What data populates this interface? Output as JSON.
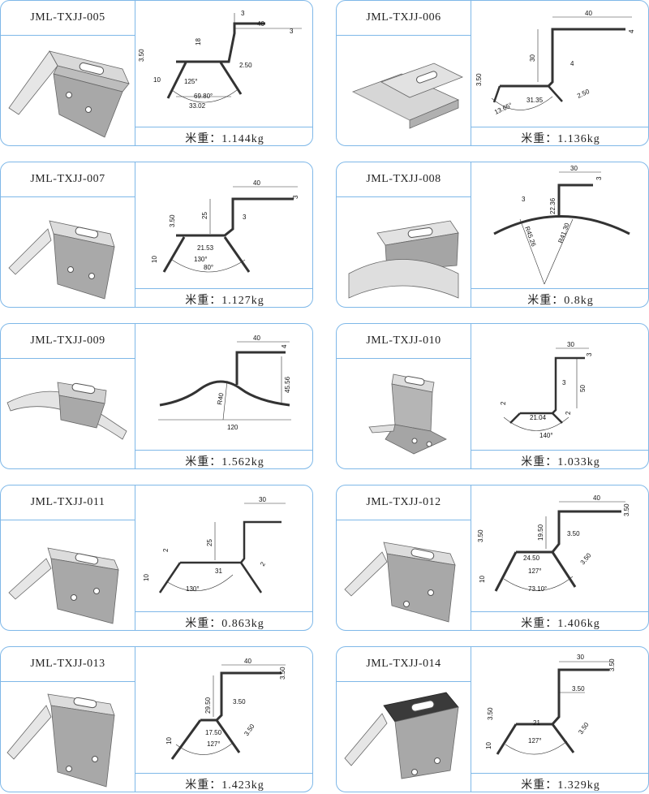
{
  "products": [
    {
      "model": "JML-TXJJ-005",
      "weight": "米重：1.144kg",
      "dims": {
        "a": "3",
        "b": "40",
        "c": "3",
        "d": "18",
        "e": "3.50",
        "f": "10",
        "g": "125°",
        "h": "2.50",
        "i": "69.80°",
        "j": "33.02"
      }
    },
    {
      "model": "JML-TXJJ-006",
      "weight": "米重：1.136kg",
      "dims": {
        "a": "40",
        "b": "4",
        "c": "30",
        "d": "4",
        "e": "3.50",
        "f": "13.65°",
        "g": "31.35",
        "h": "2.50"
      }
    },
    {
      "model": "JML-TXJJ-007",
      "weight": "米重：1.127kg",
      "dims": {
        "a": "40",
        "b": "3",
        "c": "25",
        "d": "3",
        "e": "3.50",
        "f": "21.53",
        "g": "10",
        "h": "130°",
        "i": "80°"
      }
    },
    {
      "model": "JML-TXJJ-008",
      "weight": "米重：0.8kg",
      "dims": {
        "a": "30",
        "b": "3",
        "c": "3",
        "d": "22.36",
        "e": "R45.26",
        "f": "R41.30"
      }
    },
    {
      "model": "JML-TXJJ-009",
      "weight": "米重：1.562kg",
      "dims": {
        "a": "40",
        "b": "4",
        "c": "45.56",
        "d": "R40",
        "e": "120"
      }
    },
    {
      "model": "JML-TXJJ-010",
      "weight": "米重：1.033kg",
      "dims": {
        "a": "30",
        "b": "3",
        "c": "3",
        "d": "50",
        "e": "2",
        "f": "21.04",
        "g": "2",
        "h": "140°"
      }
    },
    {
      "model": "JML-TXJJ-011",
      "weight": "米重：0.863kg",
      "dims": {
        "a": "30",
        "b": "25",
        "c": "2",
        "d": "31",
        "e": "10",
        "f": "130°",
        "g": "2"
      }
    },
    {
      "model": "JML-TXJJ-012",
      "weight": "米重：1.406kg",
      "dims": {
        "a": "40",
        "b": "3.50",
        "c": "19.50",
        "d": "3.50",
        "e": "3.50",
        "f": "24.50",
        "g": "127°",
        "h": "10",
        "i": "73.10°",
        "j": "3.50"
      }
    },
    {
      "model": "JML-TXJJ-013",
      "weight": "米重：1.423kg",
      "dims": {
        "a": "40",
        "b": "3.50",
        "c": "29.50",
        "d": "3.50",
        "e": "17.50",
        "f": "127°",
        "g": "10",
        "h": "3.50"
      }
    },
    {
      "model": "JML-TXJJ-014",
      "weight": "米重：1.329kg",
      "dims": {
        "a": "30",
        "b": "3.50",
        "c": "3.50",
        "d": "3.50",
        "e": "21",
        "f": "127°",
        "g": "10",
        "h": "3.50"
      }
    }
  ]
}
